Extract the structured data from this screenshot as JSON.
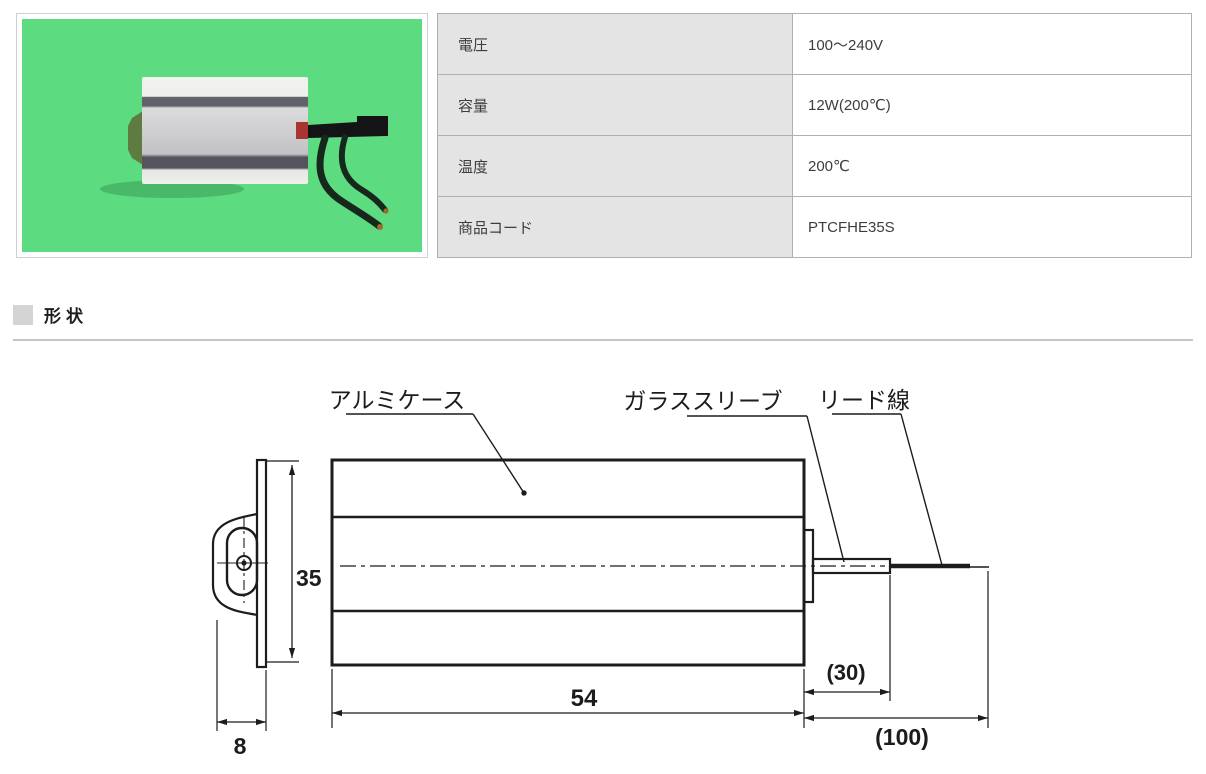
{
  "specs": {
    "rows": [
      {
        "label": "電圧",
        "value": "100～240V"
      },
      {
        "label": "容量",
        "value": "12W(200℃)"
      },
      {
        "label": "温度",
        "value": "200℃"
      },
      {
        "label": "商品コード",
        "value": "PTCFHE35S"
      }
    ]
  },
  "section": {
    "title": "形状"
  },
  "drawing": {
    "labels": {
      "aluminum_case": "アルミケース",
      "glass_sleeve": "ガラススリーブ",
      "lead_wire": "リード線"
    },
    "dimensions": {
      "case_height": "35",
      "case_length": "54",
      "flange_depth": "8",
      "sleeve_length": "(30)",
      "lead_length": "(100)"
    }
  },
  "colors": {
    "photo_background": "#5cdb80",
    "table_label_bg": "#e4e4e4",
    "table_border": "#b0b0b0",
    "divider": "#c6c6c6",
    "drawing_line": "#1c1c1c"
  }
}
